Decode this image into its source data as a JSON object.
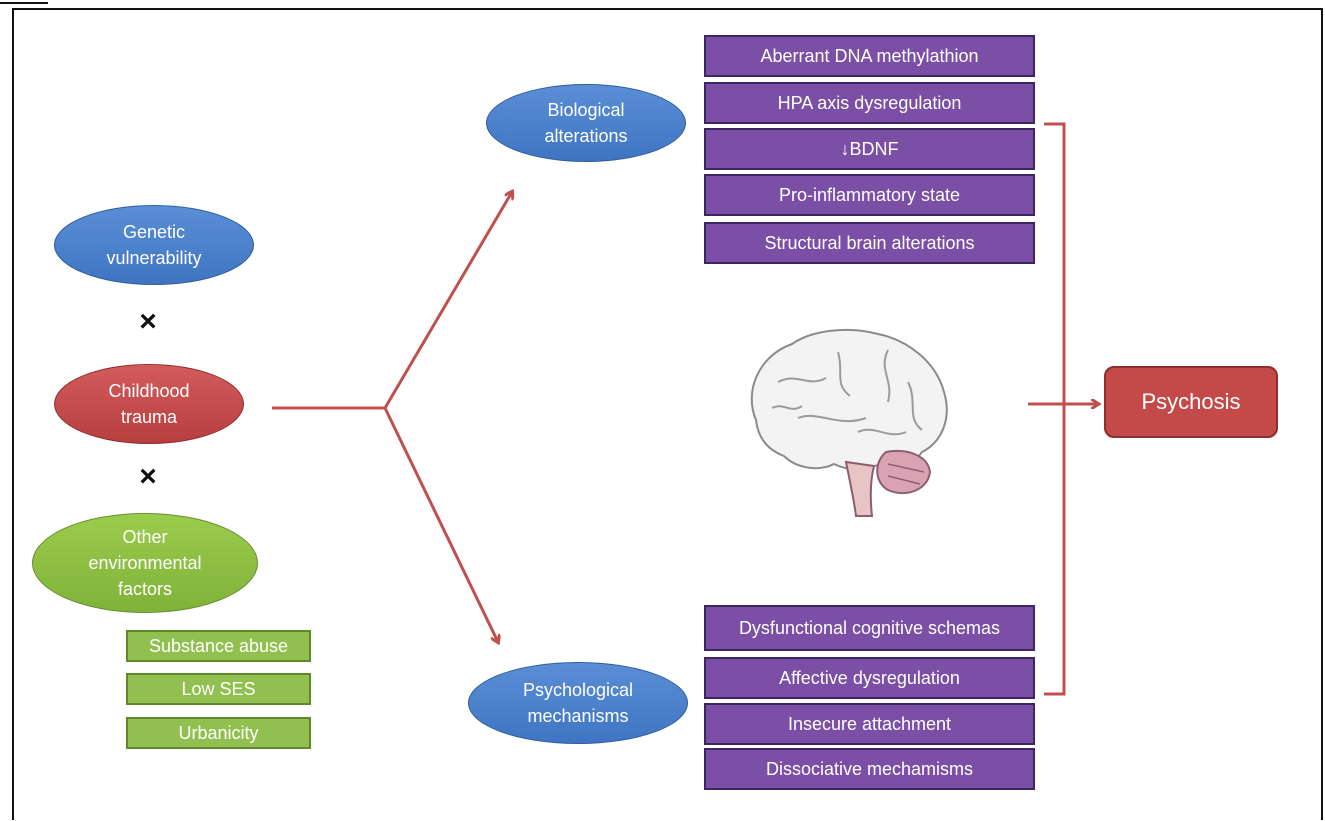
{
  "left_factors": {
    "genetic": "Genetic vulnerability",
    "trauma": "Childhood trauma",
    "other": "Other environmental factors",
    "times_symbol": "×"
  },
  "env_factors": [
    "Substance abuse",
    "Low SES",
    "Urbanicity"
  ],
  "mechanisms": {
    "biological": "Biological alterations",
    "psychological": "Psychological mechanisms"
  },
  "biological_items": [
    "Aberrant DNA methylathion",
    "HPA axis dysregulation",
    "↓BDNF",
    "Pro-inflammatory state",
    "Structural brain alterations"
  ],
  "psychological_items": [
    "Dysfunctional cognitive schemas",
    "Affective dysregulation",
    "Insecure attachment",
    "Dissociative mechamisms"
  ],
  "outcome": "Psychosis",
  "colors": {
    "arrow": "#c0504d",
    "purple": "#7b4fa5",
    "blue": "#4f81bd",
    "red": "#c0504d",
    "green": "#9bbb59"
  },
  "icons": {
    "brain": "brain-illustration"
  }
}
